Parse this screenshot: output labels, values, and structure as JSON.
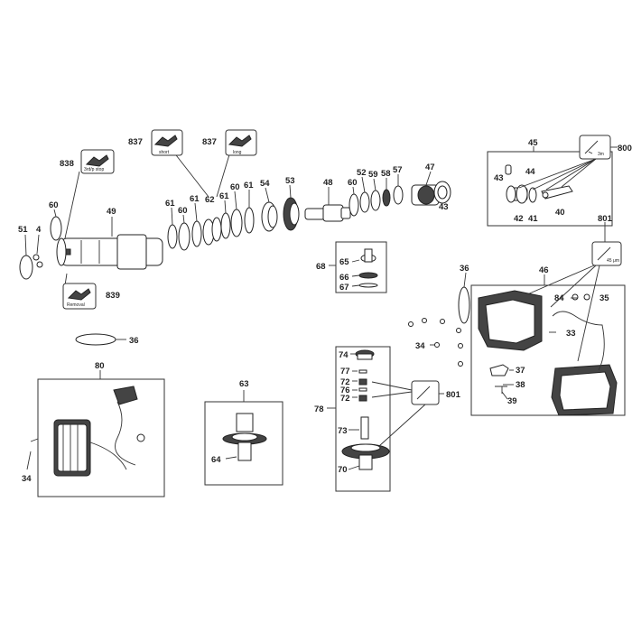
{
  "callouts": {
    "c838": "838",
    "c837a": "837",
    "c837b": "837",
    "c839": "839",
    "c60a": "60",
    "c4": "4",
    "c51": "51",
    "c49": "49",
    "c61a": "61",
    "c60b": "60",
    "c61b": "61",
    "c62": "62",
    "c61c": "61",
    "c60c": "60",
    "c61d": "61",
    "c54": "54",
    "c53": "53",
    "c48": "48",
    "c60d": "60",
    "c52": "52",
    "c59": "59",
    "c58": "58",
    "c57": "57",
    "c47": "47",
    "c43a": "43",
    "c45": "45",
    "c800": "800",
    "c43b": "43",
    "c44": "44",
    "c42": "42",
    "c41": "41",
    "c40": "40",
    "c801a": "801",
    "c36a": "36",
    "c46": "46",
    "c84": "84",
    "c35": "35",
    "c33": "33",
    "c34a": "34",
    "c37": "37",
    "c38": "38",
    "c39": "39",
    "c68": "68",
    "c65": "65",
    "c66": "66",
    "c67": "67",
    "c36b": "36",
    "c80": "80",
    "c34b": "34",
    "c63": "63",
    "c64": "64",
    "c74": "74",
    "c77": "77",
    "c72a": "72",
    "c76": "76",
    "c72b": "72",
    "c78": "78",
    "c73": "73",
    "c70": "70",
    "c801b": "801"
  },
  "tags": {
    "t838": "3rd/p stop",
    "t837a": "short",
    "t837b": "long",
    "t839": "Removal",
    "t800": "3m",
    "t801": "45 μm"
  }
}
